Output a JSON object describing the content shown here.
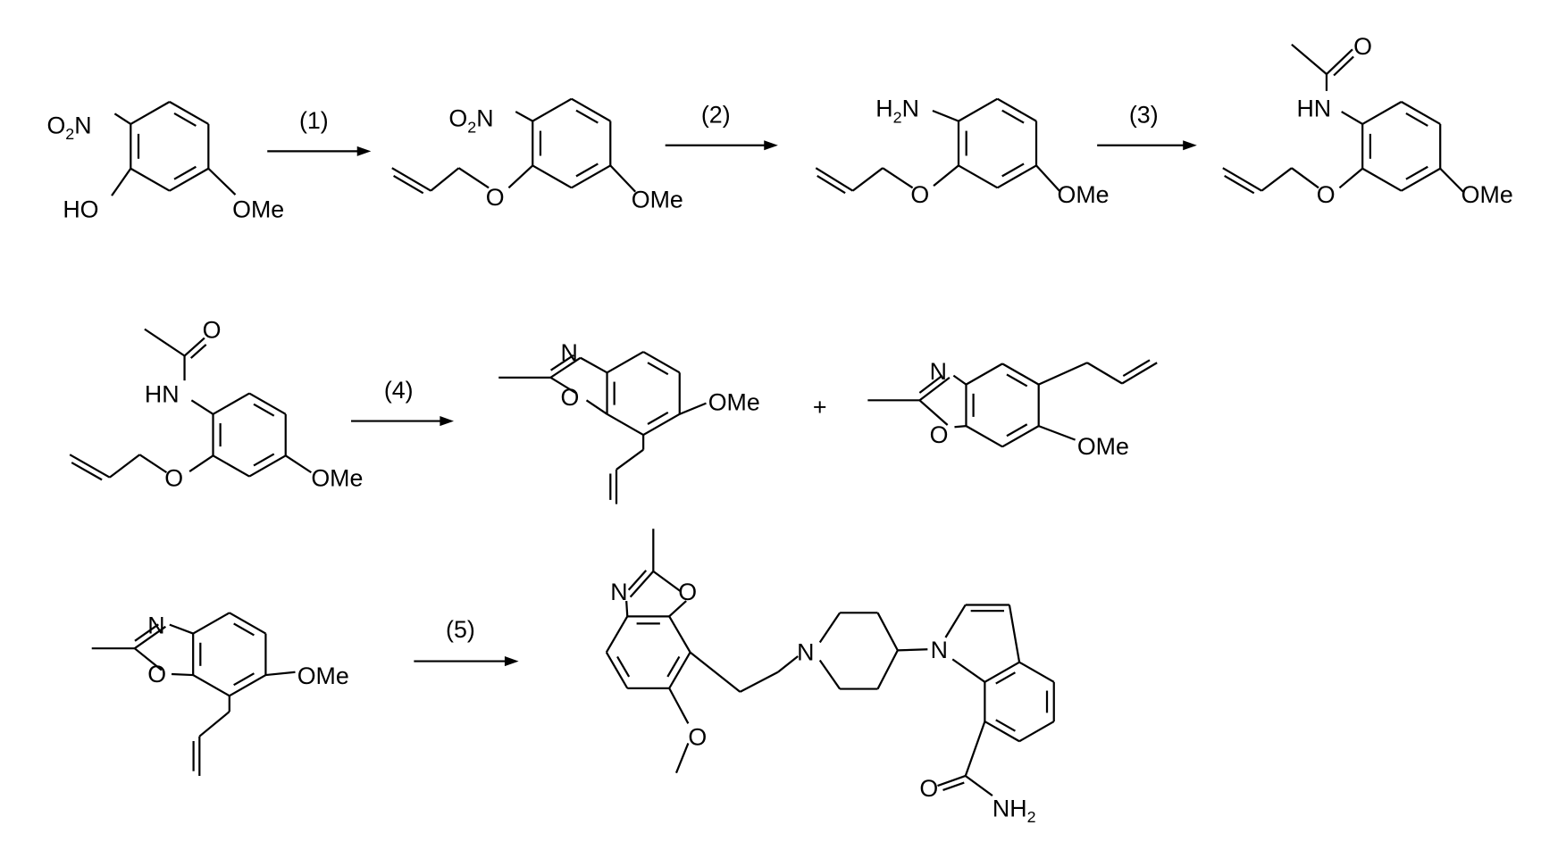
{
  "steps": [
    "(1)",
    "(2)",
    "(3)",
    "(4)",
    "(5)"
  ],
  "plus": "+",
  "labels": {
    "O2N": "O",
    "O2N_sub": "2",
    "O2N_tail": "N",
    "HO": "HO",
    "OMe": "OMe",
    "O": "O",
    "N": "N",
    "HN": "HN",
    "H2N_H": "H",
    "H2N_sub": "2",
    "H2N_N": "N",
    "NH2_N": "NH",
    "NH2_sub": "2"
  }
}
